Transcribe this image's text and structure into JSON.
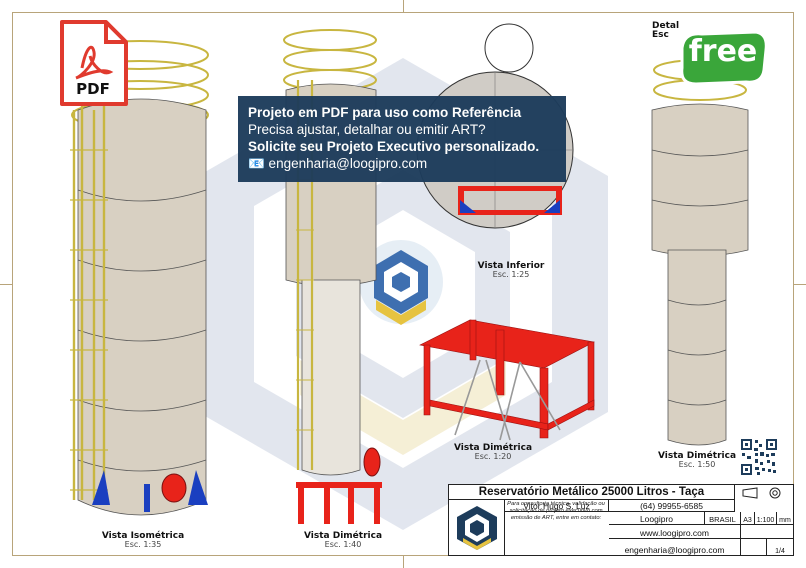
{
  "banner": {
    "line1": "Projeto em PDF para uso como Referência",
    "line2": "Precisa ajustar, detalhar ou emitir ART?",
    "line3": " Solicite seu Projeto Executivo personalizado.",
    "line4": "📧 engenharia@loogipro.com"
  },
  "badges": {
    "pdf_label": "PDF",
    "free_label": "free"
  },
  "views": {
    "iso_title": "Vista Isométrica",
    "iso_scale": "Esc. 1:35",
    "dim1_title": "Vista Dimétrica",
    "dim1_scale": "Esc. 1:40",
    "inf_title": "Vista Inferior",
    "inf_scale": "Esc. 1:25",
    "dim2_title": "Vista Dimétrica",
    "dim2_scale": "Esc. 1:20",
    "dim3_title": "Vista Dimétrica",
    "dim3_scale": "Esc. 1:50",
    "detail_title": "Detal",
    "detail_scale": "Esc"
  },
  "title_block": {
    "title": "Reservatório Metálico 25000 Litros - Taça",
    "author": "Vitor Hugo S. Luz",
    "phone": "(64) 99955-6585",
    "company": "Loogipro",
    "country": "BRASIL",
    "sheet_size": "A3",
    "scale": "1:100",
    "unit": "mm",
    "website": "www.loogipro.com",
    "email": "engenharia@loogipro.com",
    "sheet": "1/4",
    "note": "Para consultoria técnica, validação ou solicitação de projeto executivo com emissão de ART, entre em contato:"
  },
  "colors": {
    "banner_bg": "#1d3c5b",
    "steel_red": "#e8231a",
    "ladder_yellow": "#d9c94a",
    "tank_beige": "#d8d0c2",
    "support_blue": "#1a3fc0"
  }
}
